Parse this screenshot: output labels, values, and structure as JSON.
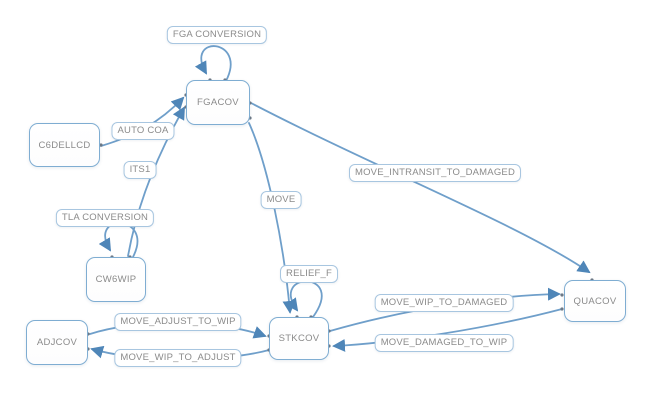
{
  "diagram": {
    "nodes": {
      "fgacov": {
        "label": "FGACOV"
      },
      "c6dellcd": {
        "label": "C6DELLCD"
      },
      "cw6wip": {
        "label": "CW6WIP"
      },
      "adjcov": {
        "label": "ADJCOV"
      },
      "stkcov": {
        "label": "STKCOV"
      },
      "quacov": {
        "label": "QUACOV"
      }
    },
    "edges": {
      "fga_conversion": {
        "label": "FGA CONVERSION"
      },
      "auto_coa": {
        "label": "AUTO COA"
      },
      "its1": {
        "label": "ITS1"
      },
      "tla_conversion": {
        "label": "TLA CONVERSION"
      },
      "move": {
        "label": "MOVE"
      },
      "relief_f": {
        "label": "RELIEF_F"
      },
      "move_intransit_to_damaged": {
        "label": "MOVE_INTRANSIT_TO_DAMAGED"
      },
      "move_adjust_to_wip": {
        "label": "MOVE_ADJUST_TO_WIP"
      },
      "move_wip_to_adjust": {
        "label": "MOVE_WIP_TO_ADJUST"
      },
      "move_wip_to_damaged": {
        "label": "MOVE_WIP_TO_DAMAGED"
      },
      "move_damaged_to_wip": {
        "label": "MOVE_DAMAGED_TO_WIP"
      }
    },
    "colors": {
      "edge_stroke": "#6f9fca",
      "arrow_fill": "#4f86b8",
      "node_border": "#7fadd2",
      "label_border": "#a8c6e0",
      "text": "#8b8b8b",
      "background": "#ffffff",
      "connector_dot": "#6e7a87"
    }
  }
}
